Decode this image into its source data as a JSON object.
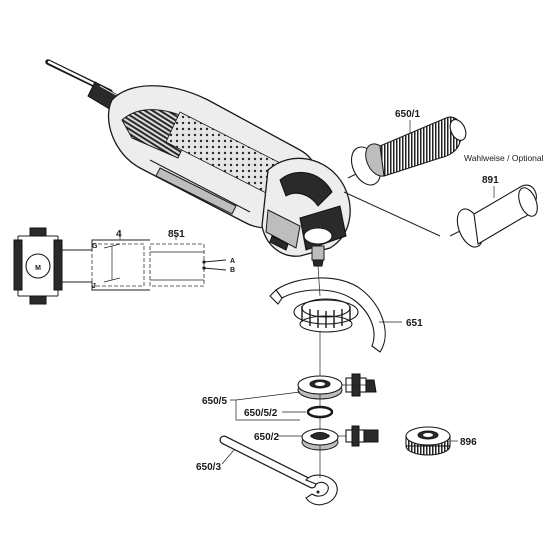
{
  "diagram": {
    "callouts": {
      "c650_1": "650/1",
      "optional_note": "Wahlweise / Optional",
      "c891": "891",
      "c4": "4",
      "c851": "851",
      "c651": "651",
      "c650_5": "650/5",
      "c650_5_2": "650/5/2",
      "c650_2": "650/2",
      "c896": "896",
      "c650_3": "650/3"
    },
    "circuit": {
      "motor": "M",
      "terminal_g": "G",
      "terminal_j": "J",
      "terminal_a": "A",
      "terminal_b": "B"
    },
    "colors": {
      "ink": "#1a1a1a",
      "fill_light": "#ededed",
      "fill_dark": "#2a2a2a"
    }
  }
}
